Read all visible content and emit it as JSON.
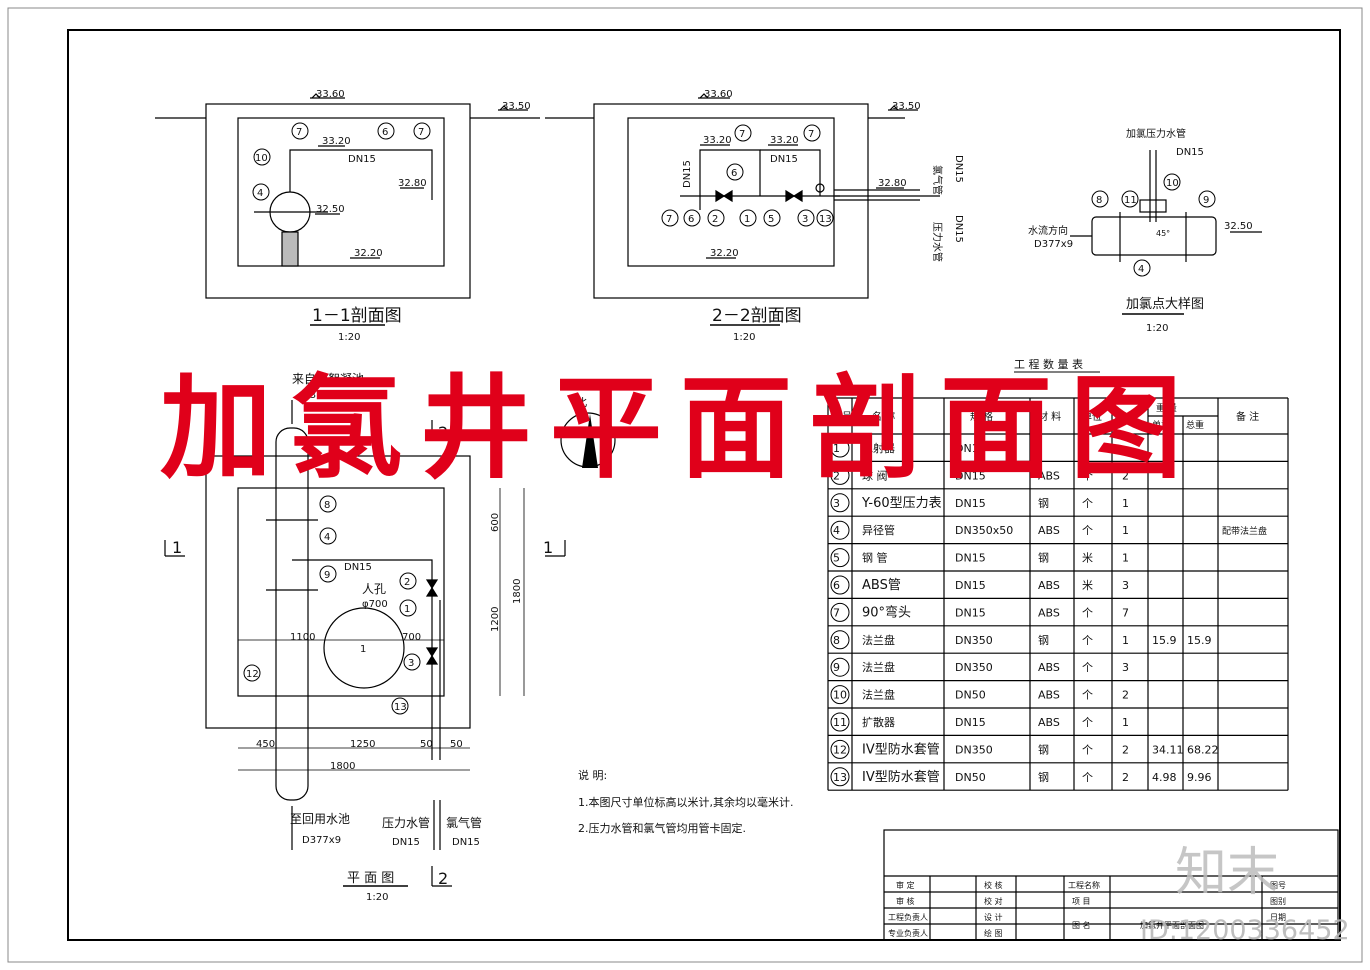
{
  "overlay_title": "加氯井平面剖面图",
  "watermark": {
    "brand": "知末",
    "id": "ID:1200336452"
  },
  "section_1_1": {
    "ground_left": "33.60",
    "ground_right": "33.50",
    "pipe_top": "33.20",
    "pipe_dn": "DN15",
    "elev_outlet": "32.80",
    "elev_center": "32.50",
    "elev_bottom": "32.20",
    "callouts": [
      "7",
      "6",
      "7",
      "10",
      "4"
    ],
    "title": "1－1剖面图",
    "scale": "1:20"
  },
  "section_2_2": {
    "ground_left": "33.60",
    "ground_right": "33.50",
    "pipe_top_left": "33.20",
    "pipe_top_right": "33.20",
    "pipe_dn": "DN15",
    "vertical_dn": "DN15",
    "elev_outlet": "32.80",
    "elev_bottom": "32.20",
    "chlorine_label": "氯气管",
    "chlorine_dn": "DN15",
    "pressure_label": "压力水管",
    "pressure_dn": "DN15",
    "callouts": [
      "7",
      "6",
      "7",
      "7",
      "6",
      "2",
      "1",
      "5",
      "3",
      "13"
    ],
    "title": "2－2剖面图",
    "scale": "1:20"
  },
  "detail": {
    "pipe_label": "加氯压力水管",
    "pipe_dn": "DN15",
    "flow_label": "水流方向",
    "flow_size": "D377x9",
    "elev": "32.50",
    "small_label": "45°",
    "callouts": [
      "8",
      "11",
      "10",
      "9",
      "4"
    ],
    "title": "加氯点大样图",
    "scale": "1:20"
  },
  "plan": {
    "inlet_label": "来自微絮凝池",
    "inlet_size": "D377x9",
    "outlet_label": "至回用水池",
    "outlet_size": "D377x9",
    "pressure_label": "压力水管",
    "pressure_dn": "DN15",
    "chlorine_label": "氯气管",
    "chlorine_dn": "DN15",
    "pipe_dn": "DN15",
    "manhole_label": "人孔",
    "manhole_size": "φ700",
    "manhole_center_mark": "1",
    "dims": {
      "d450": "450",
      "d1250": "1250",
      "d50a": "50",
      "d50b": "50",
      "d1800": "1800",
      "d1100": "1100",
      "d700": "700",
      "d600": "600",
      "d1200": "1200",
      "d1800v": "1800"
    },
    "section_mark_1": "1",
    "section_mark_2": "2",
    "callouts": [
      "8",
      "4",
      "9",
      "2",
      "1",
      "3",
      "12",
      "13"
    ],
    "north": "北",
    "title": "平 面 图",
    "scale": "1:20"
  },
  "notes": {
    "heading": "说 明:",
    "items": [
      "1.本图尺寸单位标高以米计,其余均以毫米计.",
      "2.压力水管和氯气管均用管卡固定."
    ]
  },
  "table": {
    "title": "工 程 数 量 表",
    "headers": [
      "编号",
      "名 称",
      "规 格",
      "材 料",
      "单位",
      "数 量",
      "单重",
      "总重",
      "备 注"
    ],
    "weight_group": "重 量",
    "rows": [
      [
        "1",
        "水射器",
        "DN15",
        "",
        "",
        "",
        "",
        "",
        ""
      ],
      [
        "2",
        "球 阀",
        "DN15",
        "ABS",
        "个",
        "2",
        "",
        "",
        ""
      ],
      [
        "3",
        "Y-60型压力表",
        "DN15",
        "钢",
        "个",
        "1",
        "",
        "",
        ""
      ],
      [
        "4",
        "异径管",
        "DN350x50",
        "ABS",
        "个",
        "1",
        "",
        "",
        "配带法兰盘"
      ],
      [
        "5",
        "钢 管",
        "DN15",
        "钢",
        "米",
        "1",
        "",
        "",
        ""
      ],
      [
        "6",
        "ABS管",
        "DN15",
        "ABS",
        "米",
        "3",
        "",
        "",
        ""
      ],
      [
        "7",
        "90°弯头",
        "DN15",
        "ABS",
        "个",
        "7",
        "",
        "",
        ""
      ],
      [
        "8",
        "法兰盘",
        "DN350",
        "钢",
        "个",
        "1",
        "15.9",
        "15.9",
        ""
      ],
      [
        "9",
        "法兰盘",
        "DN350",
        "ABS",
        "个",
        "3",
        "",
        "",
        ""
      ],
      [
        "10",
        "法兰盘",
        "DN50",
        "ABS",
        "个",
        "2",
        "",
        "",
        ""
      ],
      [
        "11",
        "扩散器",
        "DN15",
        "ABS",
        "个",
        "1",
        "",
        "",
        ""
      ],
      [
        "12",
        "IV型防水套管",
        "DN350",
        "钢",
        "个",
        "2",
        "34.11",
        "68.22",
        ""
      ],
      [
        "13",
        "IV型防水套管",
        "DN50",
        "钢",
        "个",
        "2",
        "4.98",
        "9.96",
        ""
      ]
    ]
  },
  "title_block": {
    "left": [
      [
        "审 定",
        "校 核",
        "工程负责人",
        "专业负责人"
      ],
      [
        "审 核",
        "校 对",
        "设 计",
        "绘 图"
      ]
    ],
    "mid": [
      "工程名称",
      "项 目",
      "图 名"
    ],
    "drawing_name": "加氯井平面剖面图",
    "right": [
      "图号",
      "图别",
      "日期"
    ]
  }
}
